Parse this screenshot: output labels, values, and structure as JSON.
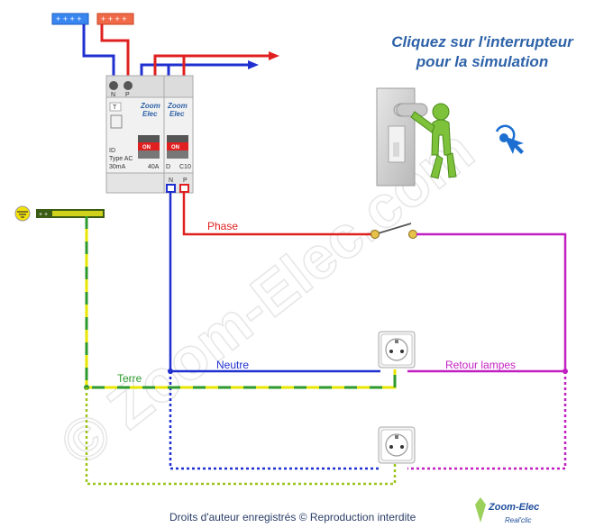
{
  "header": {
    "title_line1": "Cliquez sur l'interrupteur",
    "title_line2": "pour la simulation"
  },
  "labels": {
    "phase": "Phase",
    "neutre": "Neutre",
    "terre": "Terre",
    "retour": "Retour lampes"
  },
  "breaker_id": {
    "brand_line1": "Zoom",
    "brand_line2": "Elec",
    "terminal_n": "N",
    "terminal_p": "P",
    "on_label": "ON",
    "type_line1": "ID",
    "type_line2": "Type AC",
    "sensitivity": "30mA",
    "rating": "40A",
    "test_label": "T"
  },
  "breaker_c10": {
    "brand_line1": "Zoom",
    "brand_line2": "Elec",
    "on_label": "ON",
    "left_label": "D",
    "rating": "C10",
    "terminal_n": "N",
    "terminal_p": "P"
  },
  "footer": {
    "copyright": "Droits d'auteur enregistrés © Reproduction interdite",
    "logo_line1": "Zoom-Elec",
    "logo_line2": "Real'clic"
  },
  "watermark": "© Zoom-Elec.com",
  "colors": {
    "phase": "#e02020",
    "neutral": "#1f2fd0",
    "earth_green": "#2e9a2e",
    "earth_yellow": "#e8e600",
    "return": "#c21fc2",
    "title": "#2f63a8"
  }
}
